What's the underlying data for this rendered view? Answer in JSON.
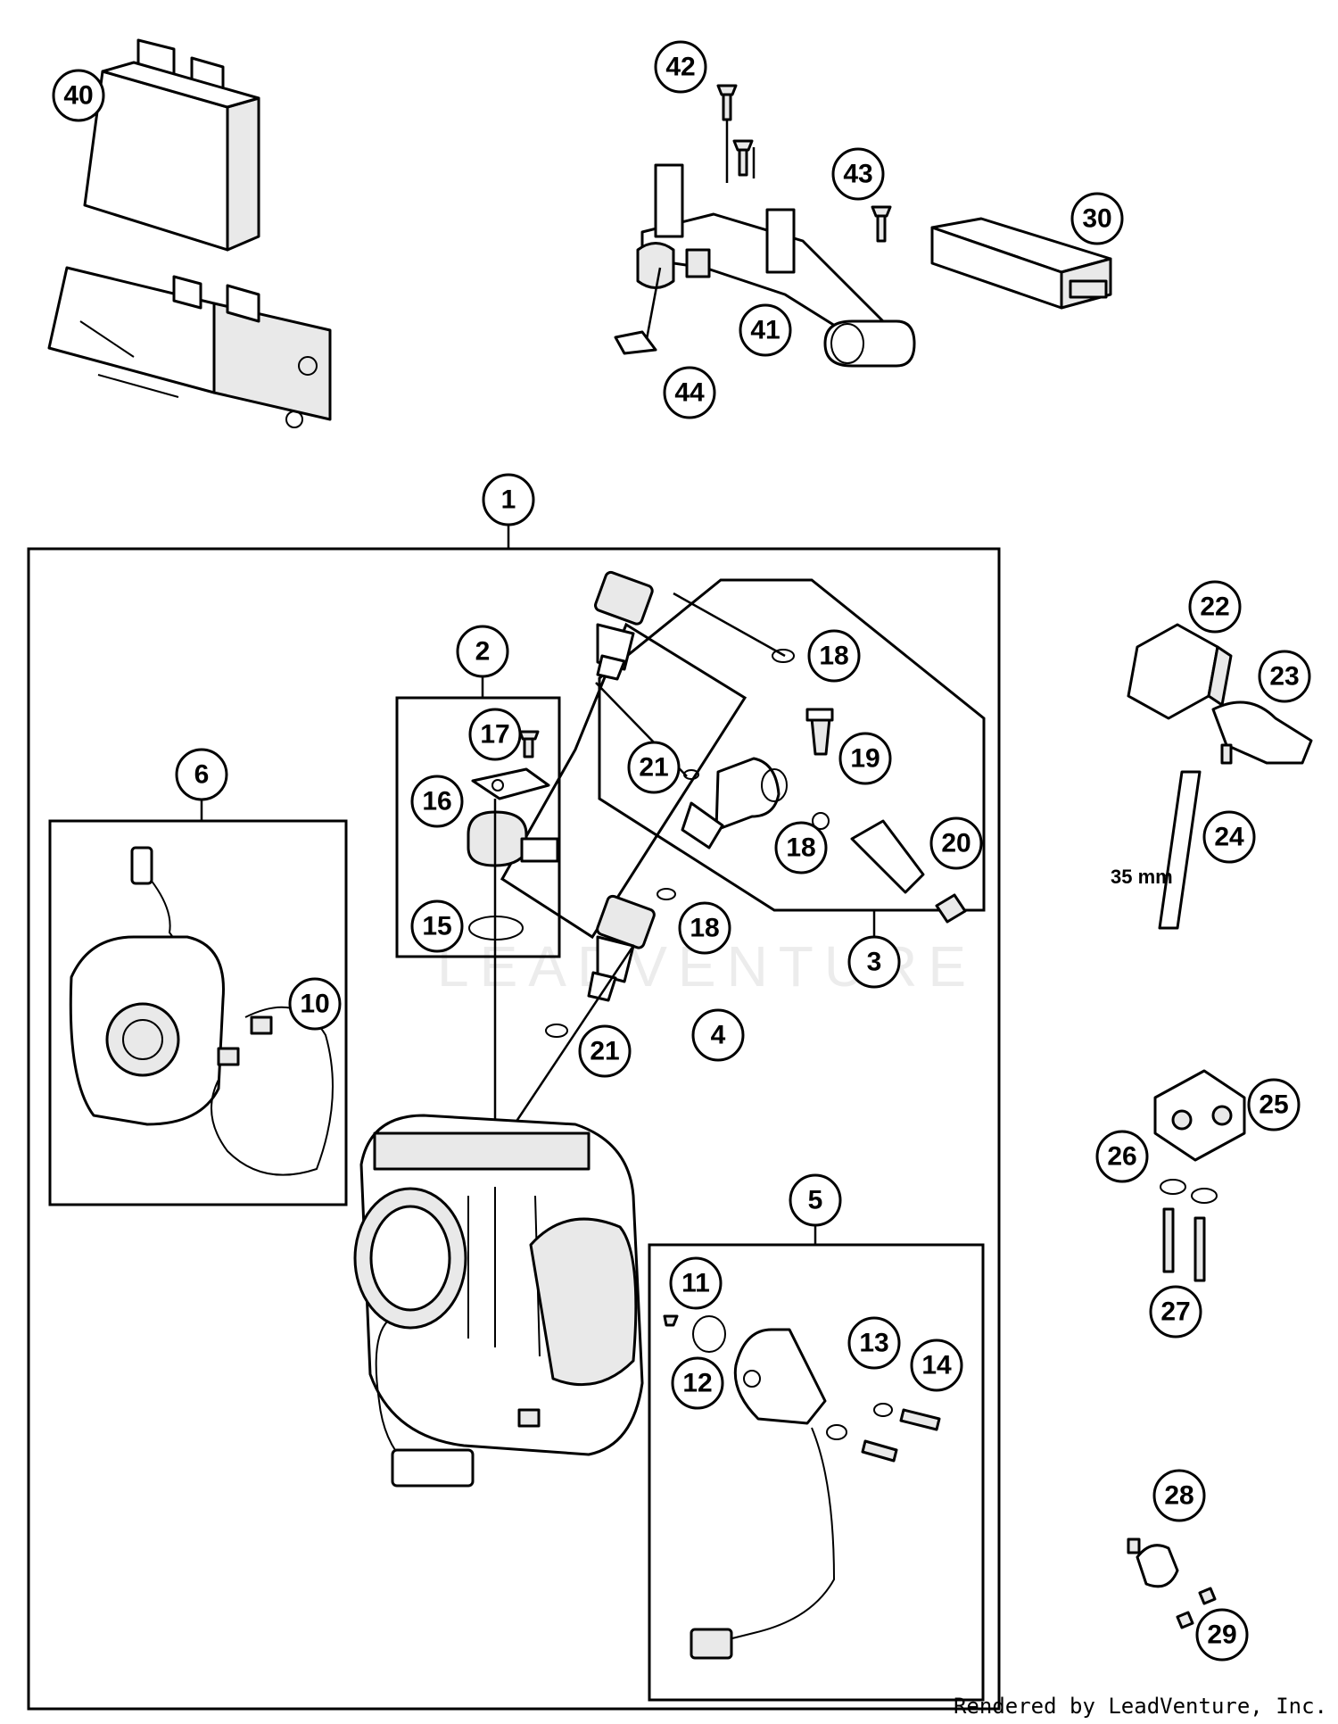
{
  "callouts": {
    "c1": "1",
    "c2": "2",
    "c3": "3",
    "c4": "4",
    "c5": "5",
    "c6": "6",
    "c10": "10",
    "c11": "11",
    "c12": "12",
    "c13": "13",
    "c14": "14",
    "c15": "15",
    "c16": "16",
    "c17": "17",
    "c18a": "18",
    "c18b": "18",
    "c18c": "18",
    "c19": "19",
    "c20": "20",
    "c21a": "21",
    "c21b": "21",
    "c22": "22",
    "c23": "23",
    "c24": "24",
    "c25": "25",
    "c26": "26",
    "c27": "27",
    "c28": "28",
    "c29": "29",
    "c30": "30",
    "c40": "40",
    "c41": "41",
    "c42": "42",
    "c43": "43",
    "c44": "44"
  },
  "dimension_label": "35 mm",
  "watermark": "LEADVENTURE",
  "footer": "Rendered by LeadVenture, Inc."
}
